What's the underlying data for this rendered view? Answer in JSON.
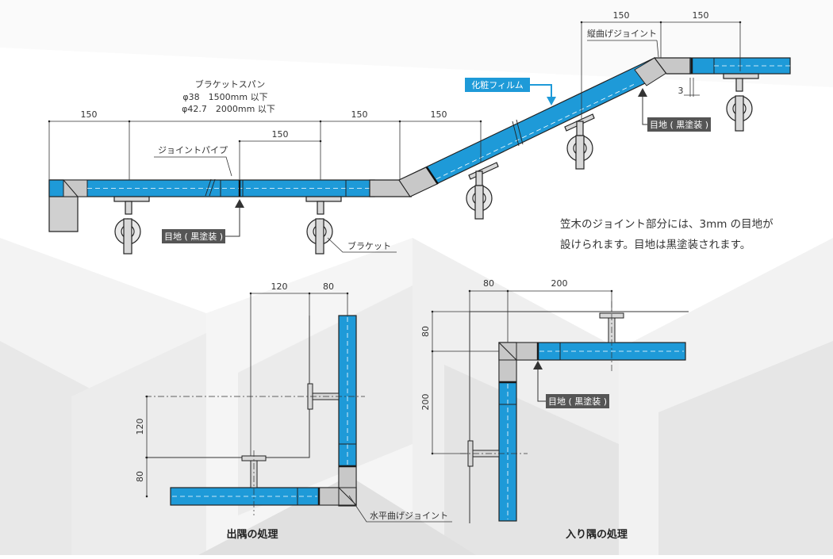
{
  "colors": {
    "rail_blue": "#1e9ad8",
    "joint_gray": "#c8c8c8",
    "line": "#222222",
    "tag_bg": "#555555",
    "tag_blue": "#1e9ad8",
    "bg_light": "#f1f1f1",
    "bg_mid": "#e3e3e3"
  },
  "stair": {
    "dims_top_left": [
      "150",
      "150",
      "150"
    ],
    "dim_sub": "150",
    "dims_top_right": [
      "150",
      "150"
    ],
    "bracket_span": {
      "title": "ブラケットスパン",
      "line1": "φ38　1500mm 以下",
      "line2": "φ42.7　2000mm 以下"
    },
    "label_joint_pipe": "ジョイントパイプ",
    "label_film": "化粧フィルム",
    "label_vertical_joint": "縦曲げジョイント",
    "label_gap_left": "目地 ( 黒塗装 )",
    "label_gap_right": "目地 ( 黒塗装 )",
    "label_bracket": "ブラケット",
    "label_three": "3"
  },
  "note": {
    "line1": "笠木のジョイント部分には、3mm の目地が",
    "line2": "設けられます。目地は黒塗装されます。"
  },
  "outer_corner": {
    "dim_top": [
      "120",
      "80"
    ],
    "dim_left": [
      "120",
      "80"
    ],
    "label_joint": "水平曲げジョイント",
    "caption": "出隅の処理"
  },
  "inner_corner": {
    "dim_top": [
      "80",
      "200"
    ],
    "dim_left": [
      "80",
      "200"
    ],
    "label_gap": "目地 ( 黒塗装 )",
    "caption": "入り隅の処理"
  }
}
